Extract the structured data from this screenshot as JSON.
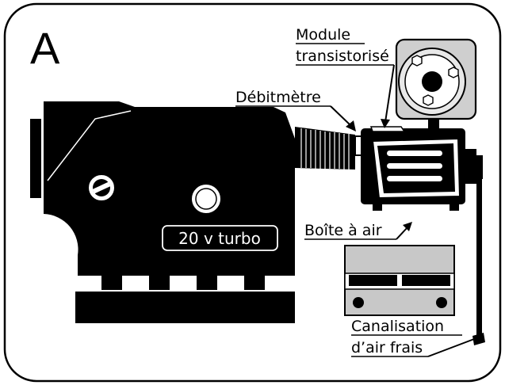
{
  "panel_letter": "A",
  "labels": {
    "module_line1": "Module",
    "module_line2": "transistorisé",
    "debitmetre": "Débitmètre",
    "boite_a_air": "Boîte à air",
    "canalisation_line1": "Canalisation",
    "canalisation_line2": "d’air frais",
    "engine_badge": "20 v turbo"
  },
  "colors": {
    "ink": "#000000",
    "paper": "#ffffff",
    "module_gray": "#d0d0d0",
    "module_plate": "#e6e6e6",
    "battery_gray": "#c8c8c8"
  }
}
